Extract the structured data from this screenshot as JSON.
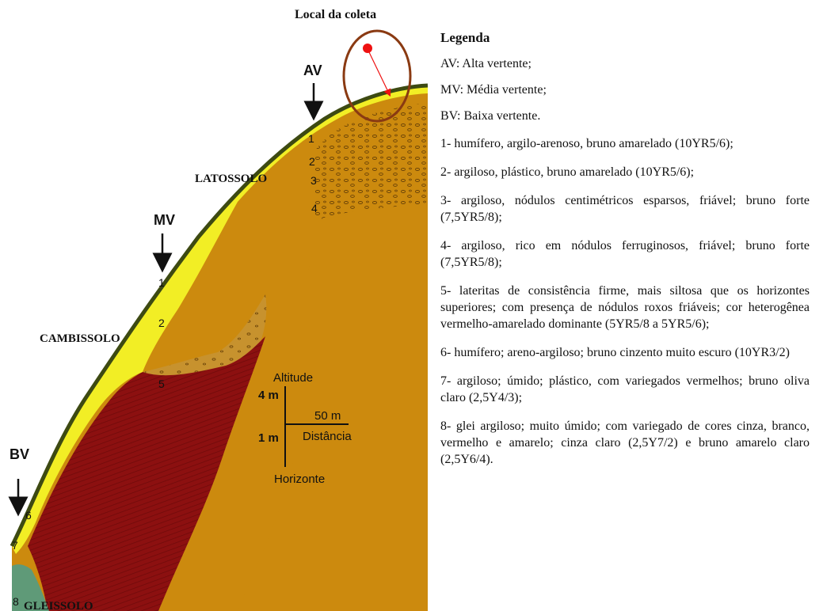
{
  "figure": {
    "collection_label": "Local da coleta",
    "positions": {
      "av": "AV",
      "mv": "MV",
      "bv": "BV"
    },
    "soils": {
      "latossolo": "LATOSSOLO",
      "cambissolo": "CAMBISSOLO",
      "gleissolo": "GLEISSOLO"
    },
    "horizon_numbers": [
      "1",
      "2",
      "3",
      "4",
      "1",
      "2",
      "5",
      "6",
      "7",
      "8"
    ],
    "scale": {
      "altitude": "Altitude",
      "vertical_major": "4 m",
      "vertical_minor": "1 m",
      "horizontal": "50 m",
      "distance": "Distância",
      "horizon": "Horizonte"
    },
    "colors": {
      "yellow": "#f2ee25",
      "orange": "#cc8a0e",
      "nodule": "#c7922e",
      "red": "#8c1010",
      "green": "#5f9a78",
      "surface": "#3d4a12",
      "circle": "#8a3a12",
      "marker": "#ee1111"
    }
  },
  "legend": {
    "title": "Legenda",
    "abbreviations": [
      "AV: Alta vertente;",
      "MV: Média vertente;",
      "BV: Baixa vertente."
    ],
    "items": [
      "1- humífero, argilo-arenoso, bruno amarelado (10YR5/6);",
      "2- argiloso, plástico, bruno amarelado (10YR5/6);",
      "3- argiloso, nódulos centimétricos esparsos, friável; bruno forte (7,5YR5/8);",
      "4- argiloso, rico em nódulos ferruginosos, friável; bruno forte (7,5YR5/8);",
      "5- lateritas de consistência firme, mais siltosa que os horizontes superiores; com presença de nódulos roxos friáveis; cor heterogênea vermelho-amarelado dominante (5YR5/8 a 5YR5/6);",
      "6- humífero; areno-argiloso; bruno cinzento muito escuro (10YR3/2)",
      "7- argiloso; úmido; plástico, com variegados vermelhos; bruno oliva claro (2,5Y4/3);",
      "8- glei argiloso; muito úmido; com variegado de cores cinza, branco, vermelho e amarelo; cinza claro (2,5Y7/2) e bruno amarelo claro (2,5Y6/4)."
    ]
  }
}
